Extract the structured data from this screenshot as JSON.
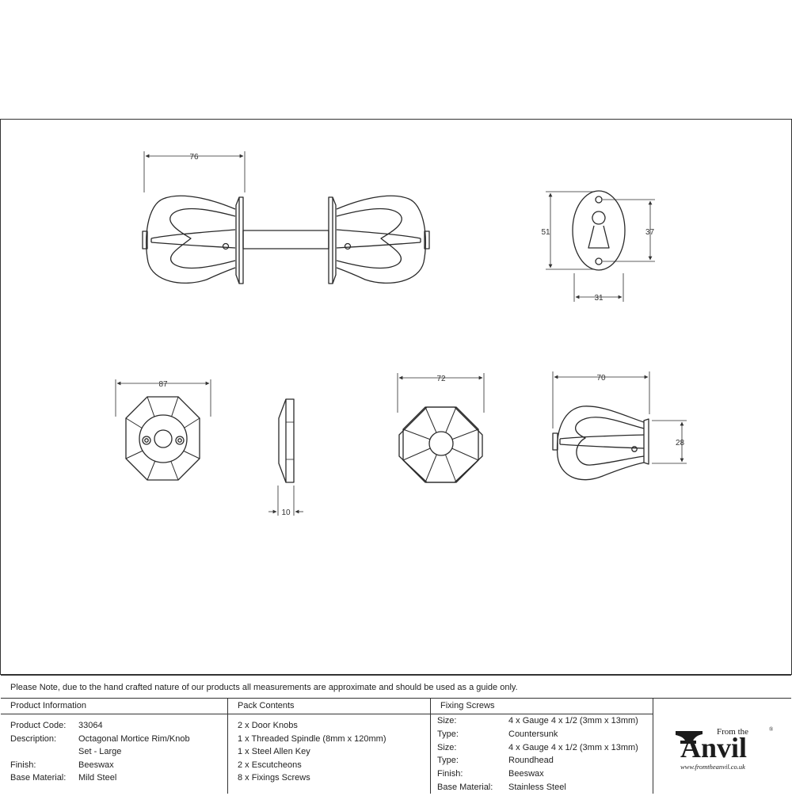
{
  "dimensions": {
    "knob_length": "76",
    "escutcheon_height": "51",
    "escutcheon_inner": "37",
    "escutcheon_width": "31",
    "rose_diameter": "87",
    "rose_depth": "10",
    "knob_face_diameter": "72",
    "knob_projection": "70",
    "knob_base": "28"
  },
  "note": "Please Note, due to the hand crafted nature of our products all measurements are approximate and should be used as a guide only.",
  "product_info": {
    "heading": "Product Information",
    "rows": [
      {
        "key": "Product Code:",
        "value": "33064"
      },
      {
        "key": "Description:",
        "value": "Octagonal Mortice Rim/Knob"
      },
      {
        "key": "",
        "value": "Set - Large"
      },
      {
        "key": "Finish:",
        "value": "Beeswax"
      },
      {
        "key": "Base Material:",
        "value": "Mild Steel"
      }
    ]
  },
  "pack_contents": {
    "heading": "Pack Contents",
    "items": [
      "2 x Door Knobs",
      "1 x Threaded Spindle (8mm x 120mm)",
      "1 x Steel Allen Key",
      "2 x Escutcheons",
      "8 x Fixings Screws"
    ]
  },
  "fixing_screws": {
    "heading": "Fixing Screws",
    "rows": [
      {
        "key": "Size:",
        "value": "4 x Gauge 4 x 1/2 (3mm x 13mm)"
      },
      {
        "key": "Type:",
        "value": "Countersunk"
      },
      {
        "key": "Size:",
        "value": "4 x Gauge 4 x 1/2 (3mm x 13mm)"
      },
      {
        "key": "Type:",
        "value": "Roundhead"
      },
      {
        "key": "Finish:",
        "value": "Beeswax"
      },
      {
        "key": "Base Material:",
        "value": "Stainless Steel"
      }
    ]
  },
  "logo": {
    "from_the": "From the",
    "brand": "Anvil",
    "registered": "®",
    "url": "www.fromtheanvil.co.uk"
  }
}
